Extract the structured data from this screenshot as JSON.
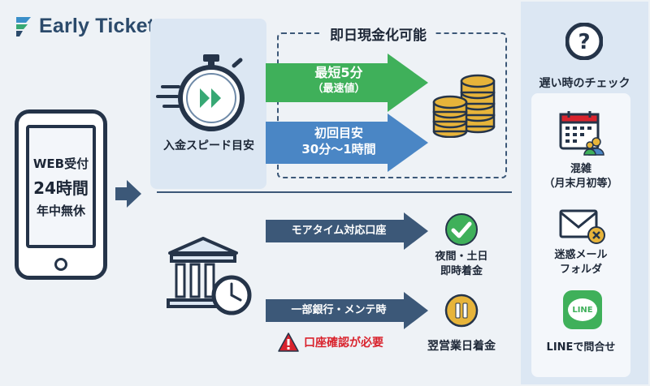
{
  "brand": {
    "name": "Early Ticket"
  },
  "phone": {
    "line1": "WEB受付",
    "line2": "24時間",
    "line3": "年中無休"
  },
  "speed": {
    "label": "入金スピード目安"
  },
  "same_day": {
    "title": "即日現金化可能"
  },
  "fast_arrow": {
    "line1": "最短5分",
    "line2": "（最速値）"
  },
  "first_arrow": {
    "line1": "初回目安",
    "line2": "30分〜1時間"
  },
  "moretime": {
    "label": "モアタイム対応口座",
    "result_line1": "夜間・土日",
    "result_line2": "即時着金"
  },
  "maintenance": {
    "label": "一部銀行・メンテ時",
    "warning": "口座確認が必要",
    "result": "翌営業日着金"
  },
  "check": {
    "title": "遅い時のチェック",
    "items": [
      {
        "icon": "calendar-icon",
        "line1": "混雑",
        "line2": "（月末月初等）"
      },
      {
        "icon": "mail-icon",
        "line1": "迷惑メール",
        "line2": "フォルダ"
      },
      {
        "icon": "line-icon",
        "line1": "LINEで問合せ",
        "line2": ""
      }
    ],
    "line_badge": "LINE"
  },
  "colors": {
    "navy": "#3c5878",
    "green": "#3fb05a",
    "blue": "#4a86c5",
    "gold": "#e7b43a",
    "red": "#d9232d",
    "panel": "#dce7f3"
  }
}
